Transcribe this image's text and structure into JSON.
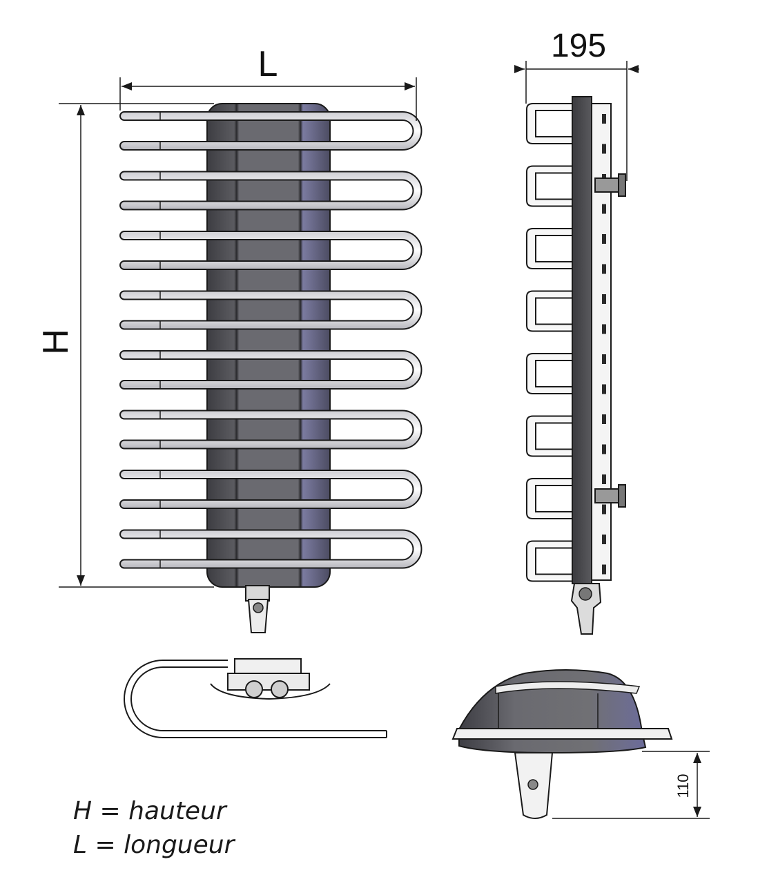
{
  "dimensions": {
    "width_label": "L",
    "height_label": "H",
    "depth_label": "195",
    "offset_label": "110"
  },
  "legend": {
    "line1": "H = hauteur",
    "line2": "L = longueur"
  },
  "colors": {
    "line": "#1a1a1a",
    "body_dark": "#4a4a4f",
    "body_mid": "#8a8a90",
    "body_blue": "#7a7a9c",
    "tube": "#ffffff"
  }
}
